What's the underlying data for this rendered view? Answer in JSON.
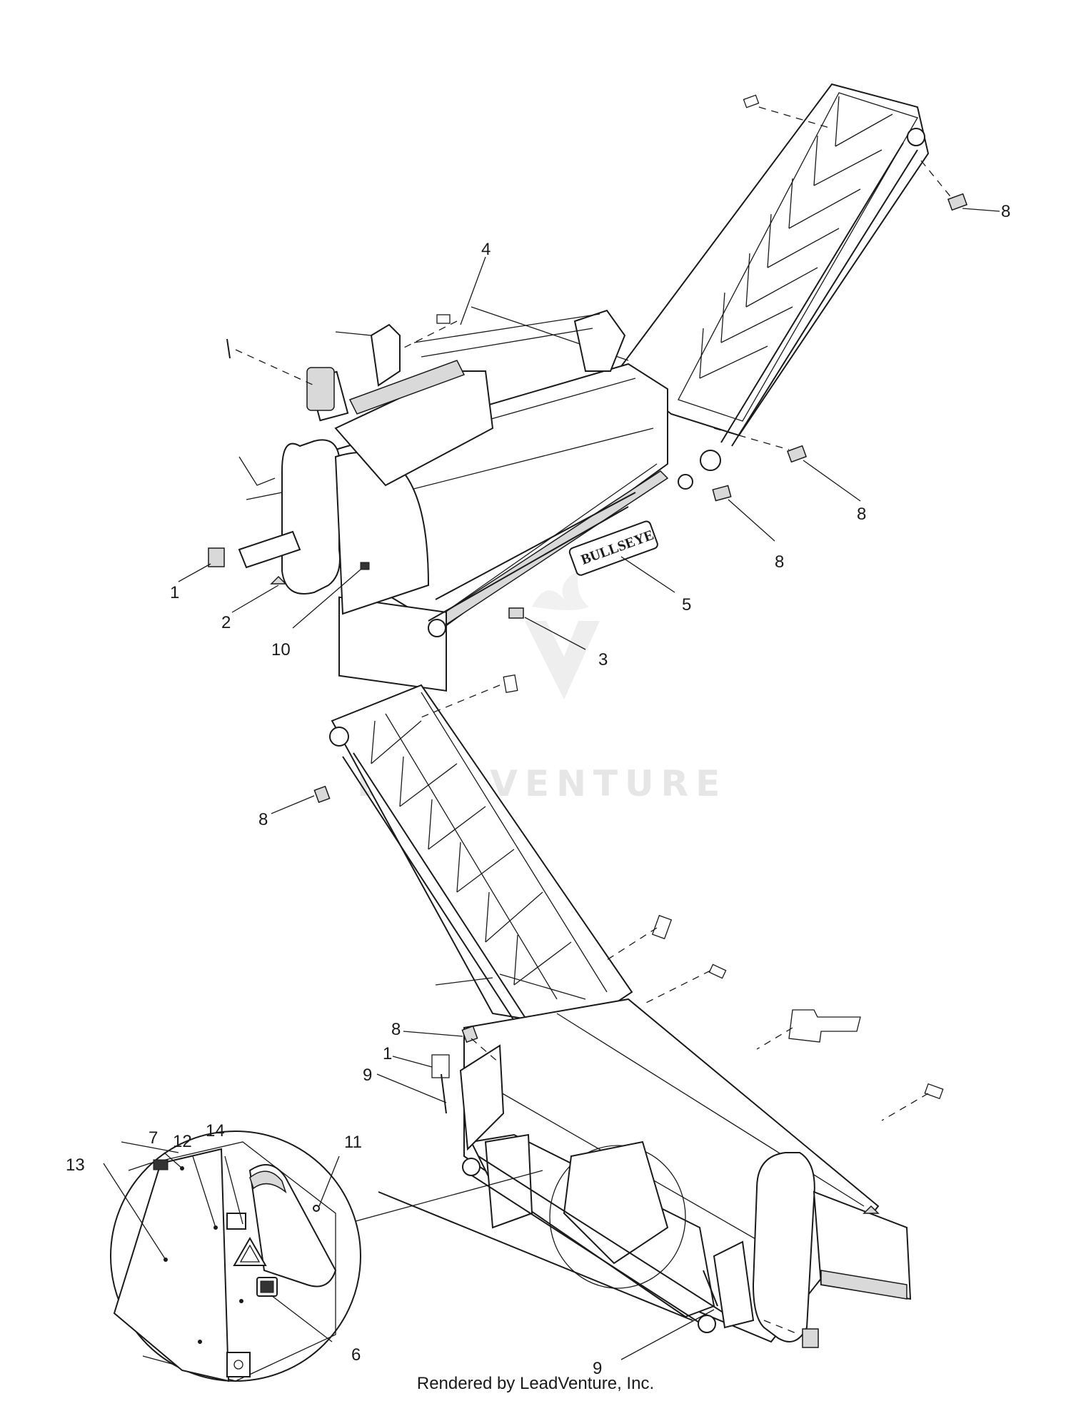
{
  "callouts": {
    "c1_top": "1",
    "c2": "2",
    "c3": "3",
    "c4": "4",
    "c5": "5",
    "c8_a": "8",
    "c8_b": "8",
    "c8_c": "8",
    "c8_d": "8",
    "c8_e": "8",
    "c10": "10",
    "c1_bottom": "1",
    "c9_a": "9",
    "c9_b": "9",
    "c7": "7",
    "c12": "12",
    "c14": "14",
    "c11": "11",
    "c13": "13",
    "c6": "6"
  },
  "watermark": {
    "text": "LEADVENTURE",
    "logo_icon": "leadventure-logo-icon"
  },
  "footer": {
    "text": "Rendered by LeadVenture, Inc."
  },
  "brand_decal": {
    "text": "BULLSEYE"
  }
}
